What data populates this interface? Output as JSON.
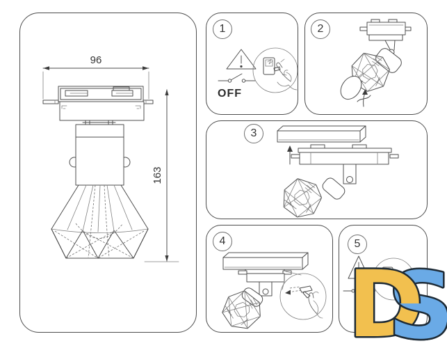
{
  "dimensions": {
    "width_mm": "96",
    "height_mm": "163"
  },
  "steps": [
    {
      "number": "1",
      "label": "OFF"
    },
    {
      "number": "2"
    },
    {
      "number": "3"
    },
    {
      "number": "4"
    },
    {
      "number": "5"
    }
  ],
  "logo": {
    "letter_d": "D",
    "letter_s": "S",
    "d_fill": "#F2C04F",
    "s_fill": "#6AAAE6",
    "outline": "#1D2A35"
  }
}
